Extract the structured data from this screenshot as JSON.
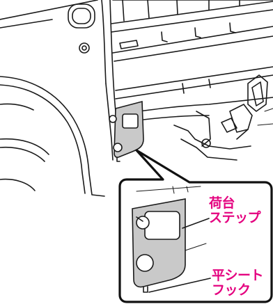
{
  "title": "",
  "labels": {
    "cargo_step": [
      "荷台",
      "ステップ"
    ],
    "flat_sheet_hook": [
      "平シート",
      "フック"
    ]
  },
  "colors": {
    "label": "#e4007f",
    "step_plate": "#c9c9c9",
    "line": "#1a1a1a"
  }
}
